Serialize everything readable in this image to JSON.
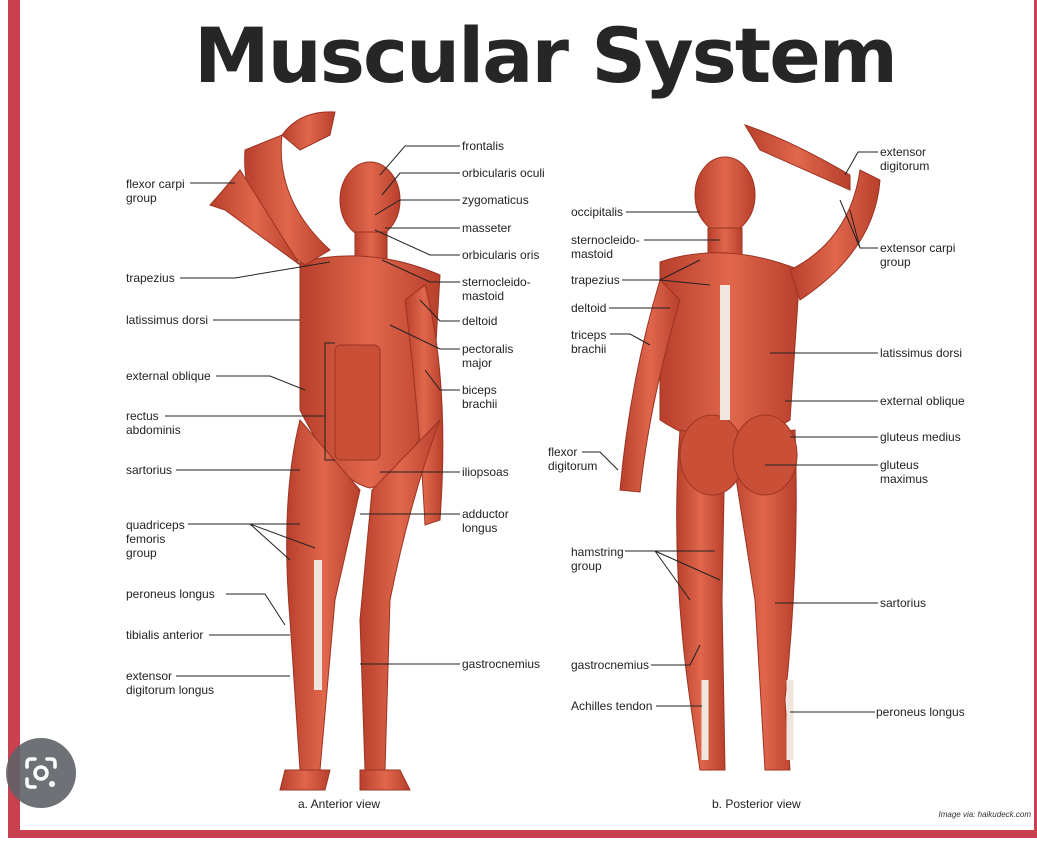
{
  "title": "Muscular System",
  "colors": {
    "frame": "#c9404e",
    "muscle": "#d8503a",
    "muscle_dark": "#b23a27",
    "tendon": "#f1e6de"
  },
  "anterior": {
    "caption": "a. Anterior view",
    "labels": {
      "frontalis": "frontalis",
      "orbicularis_oculi": "orbicularis oculi",
      "zygomaticus": "zygomaticus",
      "masseter": "masseter",
      "orbicularis_oris": "orbicularis oris",
      "sternocleidomastoid": "sternocleido-\nmastoid",
      "deltoid": "deltoid",
      "pectoralis_major": "pectoralis\nmajor",
      "biceps_brachii": "biceps\nbrachii",
      "iliopsoas": "iliopsoas",
      "adductor_longus": "adductor\nlongus",
      "gastrocnemius": "gastrocnemius",
      "flexor_carpi_group": "flexor carpi\ngroup",
      "trapezius": "trapezius",
      "latissimus_dorsi": "latissimus dorsi",
      "external_oblique": "external oblique",
      "rectus_abdominis": "rectus\nabdominis",
      "sartorius": "sartorius",
      "quadriceps_femoris_group": "quadriceps\nfemoris\ngroup",
      "peroneus_longus": "peroneus longus",
      "tibialis_anterior": "tibialis anterior",
      "extensor_digitorum_longus": "extensor\ndigitorum longus"
    }
  },
  "posterior": {
    "caption": "b. Posterior view",
    "labels": {
      "occipitalis": "occipitalis",
      "sternocleidomastoid": "sternocleido-\nmastoid",
      "trapezius": "trapezius",
      "deltoid": "deltoid",
      "triceps_brachii": "triceps\nbrachii",
      "flexor_digitorum": "flexor\ndigitorum",
      "hamstring_group": "hamstring\ngroup",
      "gastrocnemius": "gastrocnemius",
      "achilles_tendon": "Achilles tendon",
      "extensor_digitorum": "extensor\ndigitorum",
      "extensor_carpi_group": "extensor carpi\ngroup",
      "latissimus_dorsi": "latissimus dorsi",
      "external_oblique": "external oblique",
      "gluteus_medius": "gluteus medius",
      "gluteus_maximus": "gluteus\nmaximus",
      "sartorius": "sartorius",
      "peroneus_longus": "peroneus longus"
    }
  },
  "credit": "Image via: haikudeck.com",
  "lens_button": {
    "icon": "lens-camera-icon"
  }
}
